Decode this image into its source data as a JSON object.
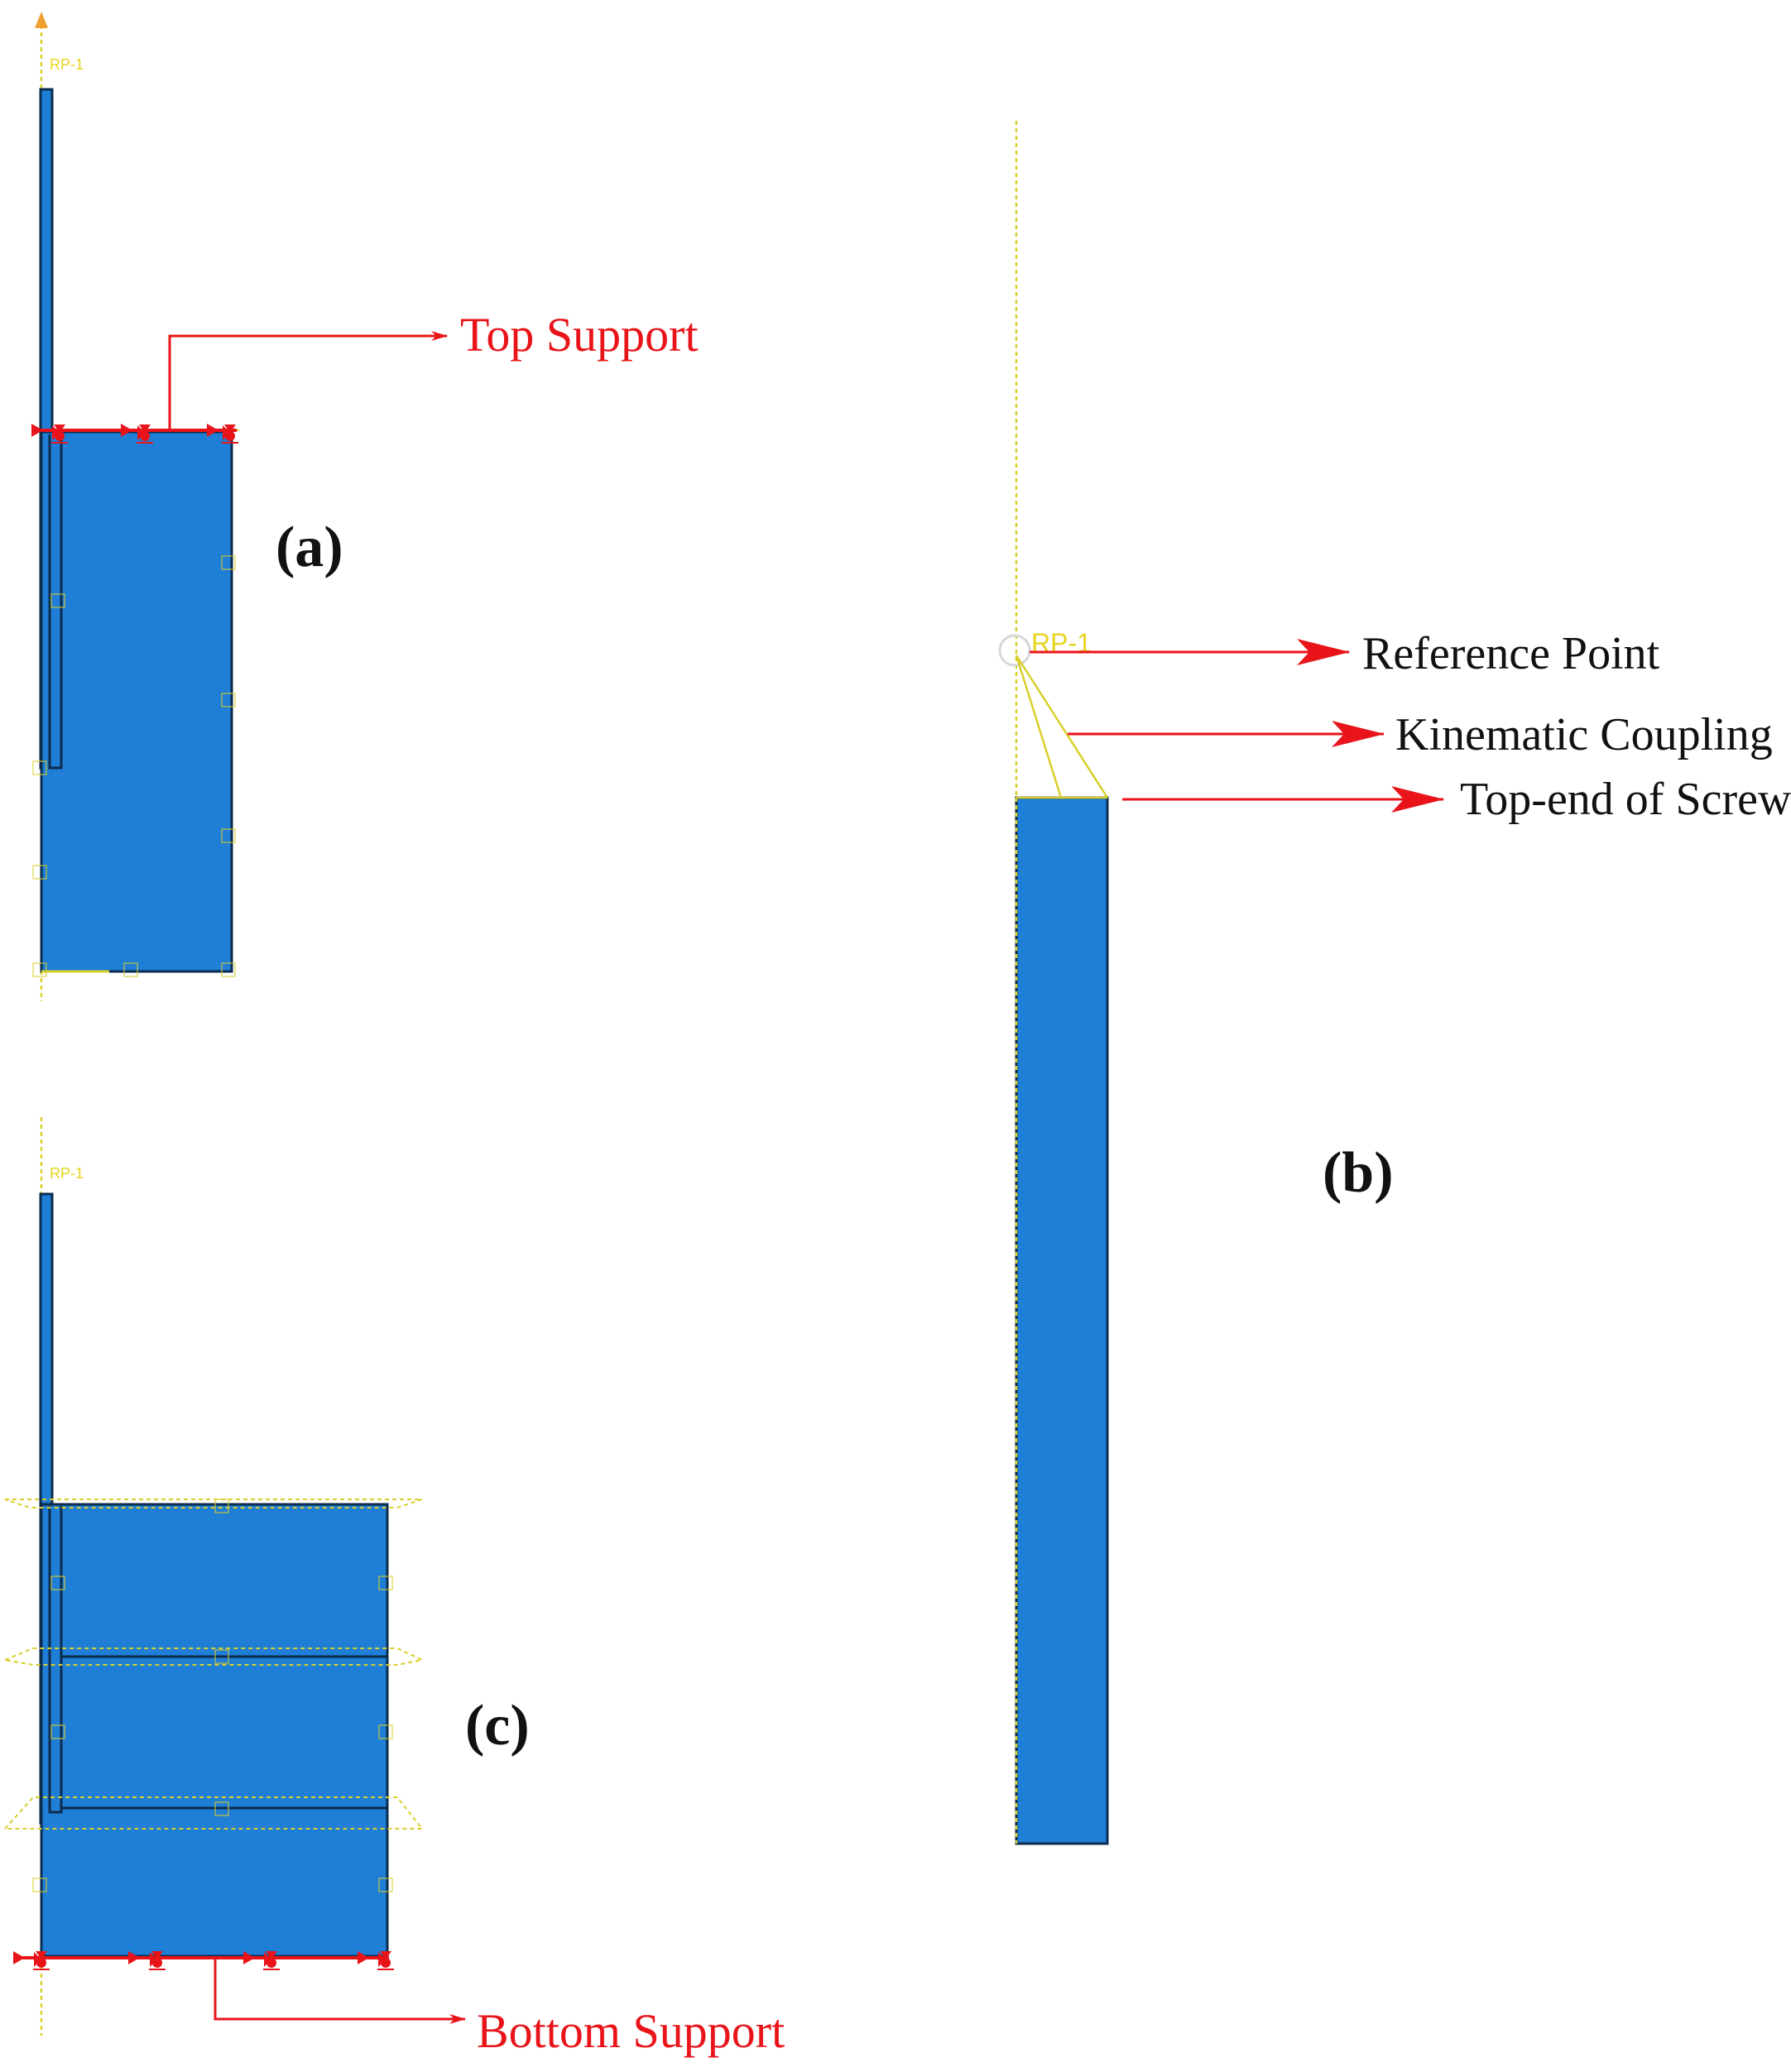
{
  "panels": {
    "a": {
      "label": "(a)",
      "rp_label": "RP-1",
      "callout": "Top Support"
    },
    "b": {
      "label": "(b)",
      "rp_label": "RP-1",
      "callouts": [
        "Reference Point",
        "Kinematic Coupling",
        "Top-end of Screw"
      ]
    },
    "c": {
      "label": "(c)",
      "rp_label": "RP-1",
      "callout": "Bottom Support"
    }
  },
  "colors": {
    "part_fill": "#1f7ed6",
    "callout_red": "#e8141a",
    "reference_yellow": "#d9cf2a",
    "axis_arrow_orange": "#f0a030"
  },
  "icons": [
    "arrow-right-icon",
    "roller-support-icon",
    "reference-point-icon"
  ]
}
